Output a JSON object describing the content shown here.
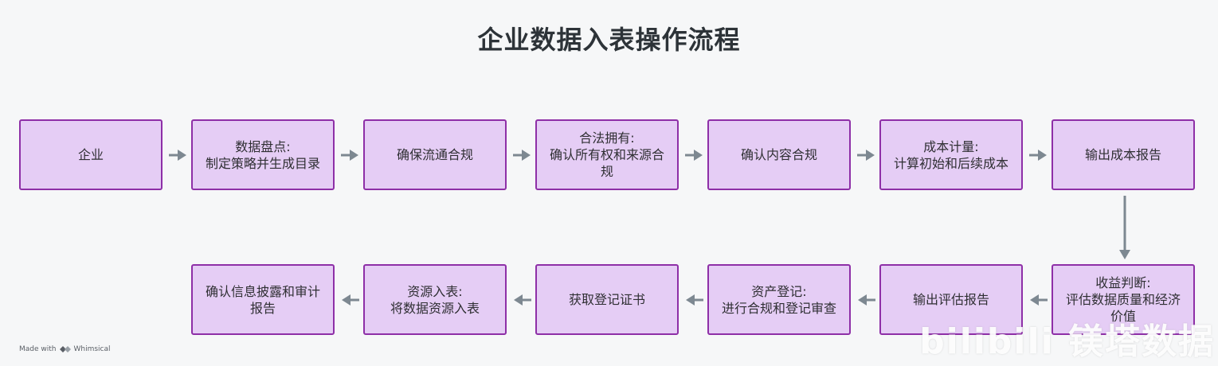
{
  "title": "企业数据入表操作流程",
  "nodes": [
    {
      "id": "n1",
      "label": "企业"
    },
    {
      "id": "n2",
      "label": "数据盘点:\n制定策略并生成目录"
    },
    {
      "id": "n3",
      "label": "确保流通合规"
    },
    {
      "id": "n4",
      "label": "合法拥有:\n确认所有权和来源合\n规"
    },
    {
      "id": "n5",
      "label": "确认内容合规"
    },
    {
      "id": "n6",
      "label": "成本计量:\n计算初始和后续成本"
    },
    {
      "id": "n7",
      "label": "输出成本报告"
    },
    {
      "id": "n8",
      "label": "收益判断:\n评估数据质量和经济\n价值"
    },
    {
      "id": "n9",
      "label": "输出评估报告"
    },
    {
      "id": "n10",
      "label": "资产登记:\n进行合规和登记审查"
    },
    {
      "id": "n11",
      "label": "获取登记证书"
    },
    {
      "id": "n12",
      "label": "资源入表:\n将数据资源入表"
    },
    {
      "id": "n13",
      "label": "确认信息披露和审计\n报告"
    }
  ],
  "edges": [
    [
      "n1",
      "n2"
    ],
    [
      "n2",
      "n3"
    ],
    [
      "n3",
      "n4"
    ],
    [
      "n4",
      "n5"
    ],
    [
      "n5",
      "n6"
    ],
    [
      "n6",
      "n7"
    ],
    [
      "n7",
      "n8"
    ],
    [
      "n8",
      "n9"
    ],
    [
      "n9",
      "n10"
    ],
    [
      "n10",
      "n11"
    ],
    [
      "n11",
      "n12"
    ],
    [
      "n12",
      "n13"
    ]
  ],
  "footer": {
    "made_with": "Made with",
    "brand": "Whimsical"
  },
  "watermark": "bilibili 镁塔数据",
  "colors": {
    "node_fill": "#e5cdf5",
    "node_border": "#8e2fa7",
    "arrow": "#7d8891"
  }
}
